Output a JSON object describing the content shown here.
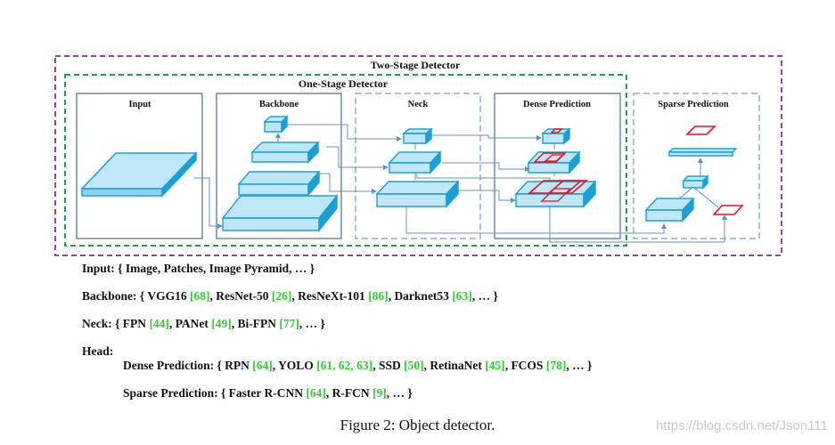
{
  "diagram": {
    "outer_title": "Two-Stage Detector",
    "inner_title": "One-Stage Detector",
    "stages": [
      {
        "title": "Input"
      },
      {
        "title": "Backbone"
      },
      {
        "title": "Neck"
      },
      {
        "title": "Dense Prediction"
      },
      {
        "title": "Sparse Prediction"
      }
    ],
    "colors": {
      "two_stage_border": "#8e44ad",
      "one_stage_border": "#19a34a",
      "block_top": "#bfe6f7",
      "block_edge": "#1aa0d8",
      "arrow": "#5b8fc9",
      "box_red": "#e0141e"
    }
  },
  "lines": [
    {
      "parts": [
        {
          "text": "Input: { Image, Patches, Image Pyramid, … }"
        }
      ]
    },
    {
      "parts": [
        {
          "text": "Backbone: { VGG16 "
        },
        {
          "text": "[68]",
          "ref": true
        },
        {
          "text": ", ResNet-50 "
        },
        {
          "text": "[26]",
          "ref": true
        },
        {
          "text": ", ResNeXt-101 "
        },
        {
          "text": "[86]",
          "ref": true
        },
        {
          "text": ", Darknet53 "
        },
        {
          "text": "[63]",
          "ref": true
        },
        {
          "text": ", … }"
        }
      ]
    },
    {
      "parts": [
        {
          "text": "Neck: { FPN "
        },
        {
          "text": "[44]",
          "ref": true
        },
        {
          "text": ", PANet "
        },
        {
          "text": "[49]",
          "ref": true
        },
        {
          "text": ", Bi-FPN "
        },
        {
          "text": "[77]",
          "ref": true
        },
        {
          "text": ", … }"
        }
      ]
    },
    {
      "parts": [
        {
          "text": "Head:"
        }
      ]
    },
    {
      "parts": [
        {
          "text": "Dense Prediction: { RPN "
        },
        {
          "text": "[64]",
          "ref": true
        },
        {
          "text": ", YOLO "
        },
        {
          "text": "[61, 62, 63]",
          "ref": true
        },
        {
          "text": ", SSD "
        },
        {
          "text": "[50]",
          "ref": true
        },
        {
          "text": ", RetinaNet "
        },
        {
          "text": "[45]",
          "ref": true
        },
        {
          "text": ", FCOS "
        },
        {
          "text": "[78]",
          "ref": true
        },
        {
          "text": ", … }"
        }
      ]
    },
    {
      "parts": [
        {
          "text": "Sparse Prediction: { Faster R-CNN "
        },
        {
          "text": "[64]",
          "ref": true
        },
        {
          "text": ",  R-FCN "
        },
        {
          "text": "[9]",
          "ref": true
        },
        {
          "text": ", … }"
        }
      ]
    }
  ],
  "caption": "Figure 2: Object detector.",
  "watermark": "https://blog.csdn.net/Json111"
}
